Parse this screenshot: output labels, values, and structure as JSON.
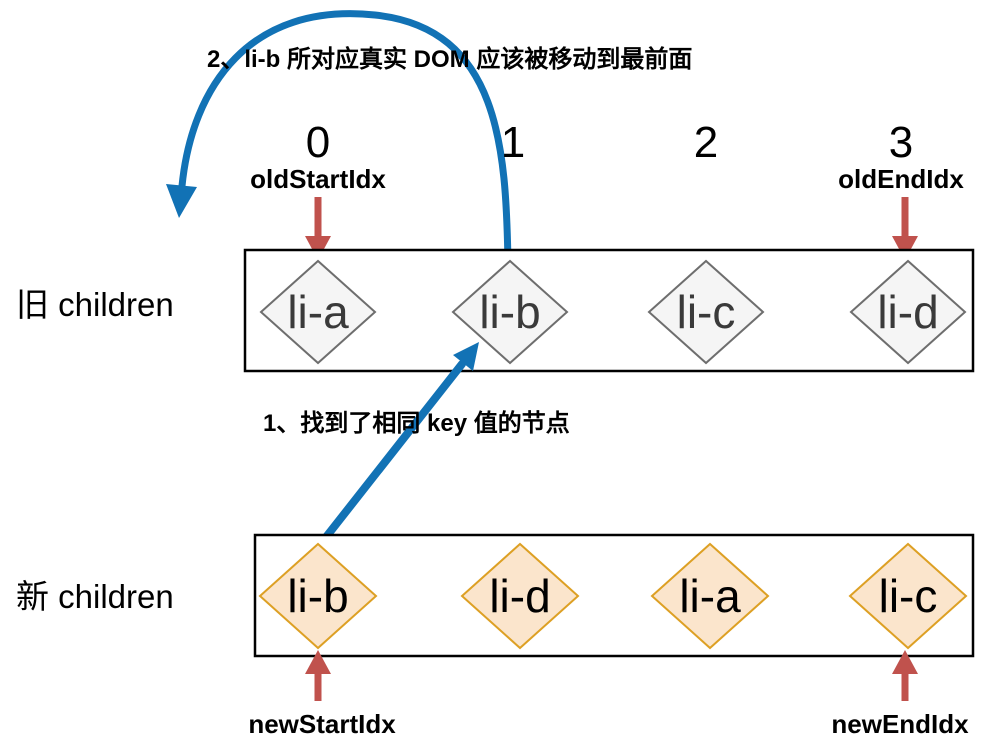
{
  "annotations": {
    "step2": "2、li-b 所对应真实 DOM 应该被移动到最前面",
    "step1": "1、找到了相同 key 值的节点"
  },
  "index_labels": [
    "0",
    "1",
    "2",
    "3"
  ],
  "pointers": {
    "old_start": "oldStartIdx",
    "old_end": "oldEndIdx",
    "new_start": "newStartIdx",
    "new_end": "newEndIdx"
  },
  "old_row": {
    "label": "旧 children",
    "nodes": [
      "li-a",
      "li-b",
      "li-c",
      "li-d"
    ]
  },
  "new_row": {
    "label": "新 children",
    "nodes": [
      "li-b",
      "li-d",
      "li-a",
      "li-c"
    ]
  },
  "colors": {
    "arrow_blue": "#1272b5",
    "arrow_red": "#c0524d",
    "old_node_fill": "#f5f5f5",
    "old_node_stroke": "#6e6e6e",
    "new_node_fill": "#fbe5cc",
    "new_node_stroke": "#dda024",
    "box_stroke": "#000000"
  }
}
